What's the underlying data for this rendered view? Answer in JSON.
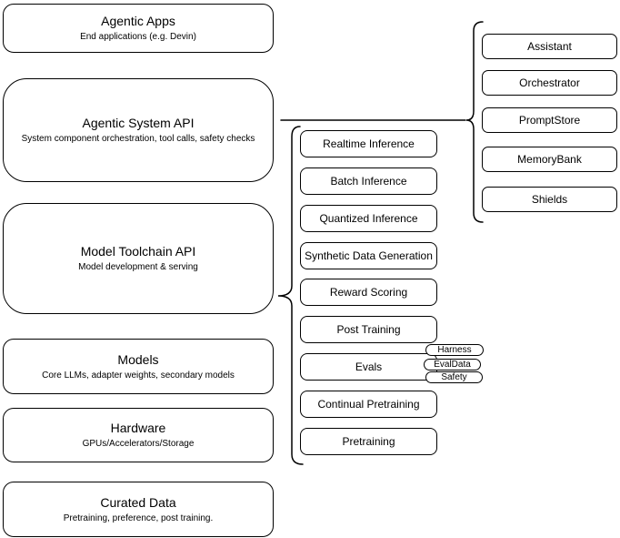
{
  "diagram": {
    "colors": {
      "background": "#ffffff",
      "stroke": "#000000",
      "text": "#000000"
    },
    "left_stack": [
      {
        "title": "Agentic Apps",
        "subtitle": "End applications (e.g. Devin)"
      },
      {
        "title": "Agentic System API",
        "subtitle": "System component orchestration, tool calls, safety checks"
      },
      {
        "title": "Model Toolchain API",
        "subtitle": "Model development & serving"
      },
      {
        "title": "Models",
        "subtitle": "Core LLMs, adapter weights, secondary models"
      },
      {
        "title": "Hardware",
        "subtitle": "GPUs/Accelerators/Storage"
      },
      {
        "title": "Curated Data",
        "subtitle": "Pretraining, preference, post training."
      }
    ],
    "toolchain_services": [
      "Realtime Inference",
      "Batch Inference",
      "Quantized Inference",
      "Synthetic Data Generation",
      "Reward Scoring",
      "Post Training",
      "Evals",
      "Continual Pretraining",
      "Pretraining"
    ],
    "eval_tags": [
      "Harness",
      "EvalData",
      "Safety"
    ],
    "system_components": [
      "Assistant",
      "Orchestrator",
      "PromptStore",
      "MemoryBank",
      "Shields"
    ]
  }
}
